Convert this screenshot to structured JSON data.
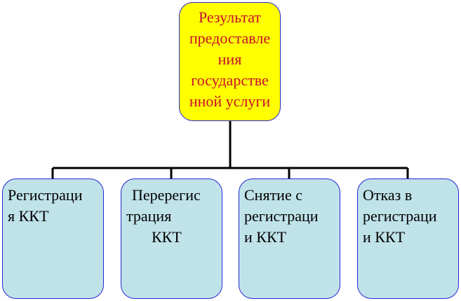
{
  "diagram": {
    "root": {
      "lines": [
        "Результат",
        "предоставле",
        "ния",
        "государстве",
        "нной услуги"
      ],
      "fill": "#ffff00",
      "text_color": "#c8102e",
      "border_color": "#2626d6"
    },
    "children": [
      {
        "lines": [
          "Регистраци",
          "я ККТ"
        ]
      },
      {
        "lines": [
          "Перерегис",
          "трация",
          "ККТ"
        ]
      },
      {
        "lines": [
          "Снятие с",
          "регистраци",
          "и ККТ"
        ]
      },
      {
        "lines": [
          "Отказ в",
          "регистраци",
          "и ККТ"
        ]
      }
    ],
    "child_fill": "#bfe3e9",
    "connector_color": "#000000"
  }
}
